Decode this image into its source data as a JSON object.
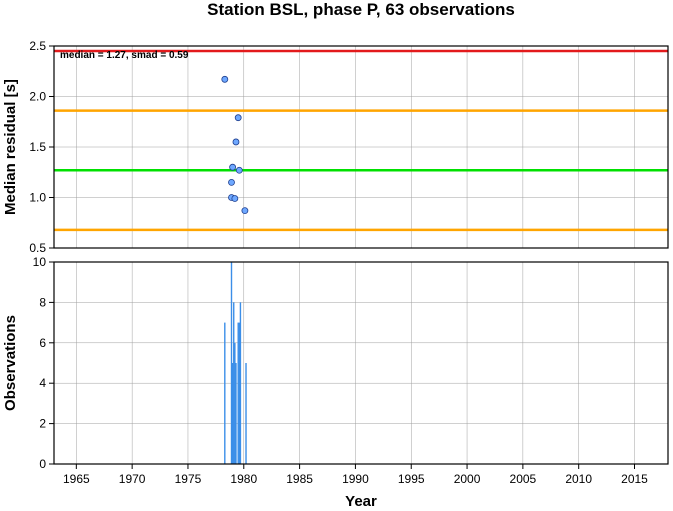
{
  "chart_data": [
    {
      "type": "scatter",
      "title": "Station BSL, phase P, 63 observations",
      "annotation": "median = 1.27, smad = 0.59",
      "xlabel": "",
      "ylabel": "Median residual [s]",
      "xlim": [
        1963,
        2018
      ],
      "ylim": [
        0.5,
        2.5
      ],
      "yticks": [
        0.5,
        1.0,
        1.5,
        2.0,
        2.5
      ],
      "ytick_labels": [
        "0.5",
        "1.0",
        "1.5",
        "2.0",
        "2.5"
      ],
      "grid": true,
      "hlines": [
        {
          "y": 2.45,
          "color": "#e31a1c"
        },
        {
          "y": 1.86,
          "color": "#ffa500"
        },
        {
          "y": 1.27,
          "color": "#00e000"
        },
        {
          "y": 0.68,
          "color": "#ffa500"
        }
      ],
      "point_color": "#6ea8ff",
      "x": [
        1978.3,
        1979.5,
        1979.3,
        1979.0,
        1979.6,
        1978.9,
        1978.9,
        1979.2,
        1980.1
      ],
      "y": [
        2.17,
        1.79,
        1.55,
        1.3,
        1.27,
        1.15,
        1.0,
        0.99,
        0.87
      ]
    },
    {
      "type": "bar",
      "xlabel": "Year",
      "ylabel": "Observations",
      "xlim": [
        1963,
        2018
      ],
      "ylim": [
        0,
        10
      ],
      "xticks": [
        1965,
        1970,
        1975,
        1980,
        1985,
        1990,
        1995,
        2000,
        2005,
        2010,
        2015
      ],
      "xtick_labels": [
        "1965",
        "1970",
        "1975",
        "1980",
        "1985",
        "1990",
        "1995",
        "2000",
        "2005",
        "2010",
        "2015"
      ],
      "yticks": [
        0,
        2,
        4,
        6,
        8,
        10
      ],
      "ytick_labels": [
        "0",
        "2",
        "4",
        "6",
        "8",
        "10"
      ],
      "grid": true,
      "bar_color": "#3b8ee8",
      "x": [
        1978.3,
        1978.9,
        1979.0,
        1979.1,
        1979.2,
        1979.3,
        1979.5,
        1979.6,
        1979.7,
        1980.2
      ],
      "values": [
        7,
        10,
        5,
        8,
        6,
        5,
        7,
        7,
        8,
        5
      ]
    }
  ]
}
